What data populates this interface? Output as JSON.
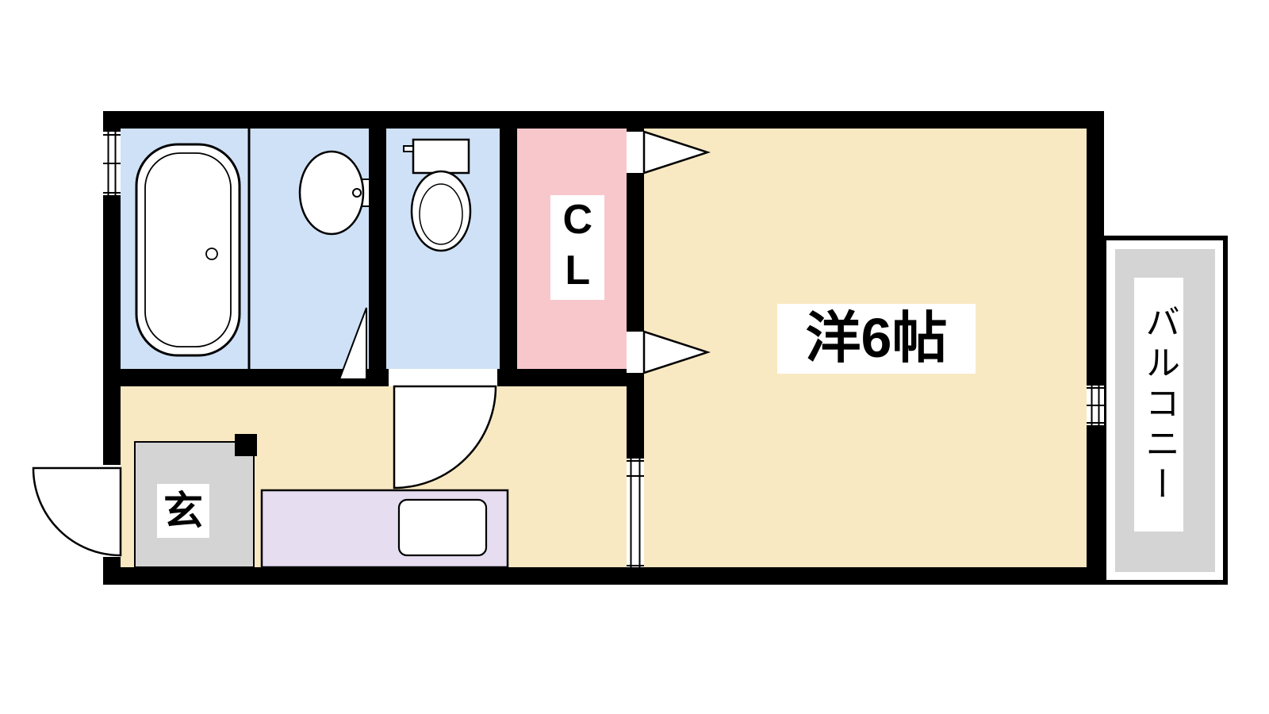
{
  "floorplan": {
    "rooms": {
      "main_room": {
        "label": "洋6帖"
      },
      "closet": {
        "label": "CL"
      },
      "entrance": {
        "label": "玄"
      },
      "balcony": {
        "label": "バルコニー"
      }
    },
    "colors": {
      "wall": "#000000",
      "wet_area": "#cfe1f6",
      "closet": "#f8c7cb",
      "living": "#f9e9c2",
      "kitchen": "#e6ddf1",
      "gray_area": "#d4d4d4",
      "fixture": "#ffffff",
      "background": "#ffffff"
    }
  }
}
